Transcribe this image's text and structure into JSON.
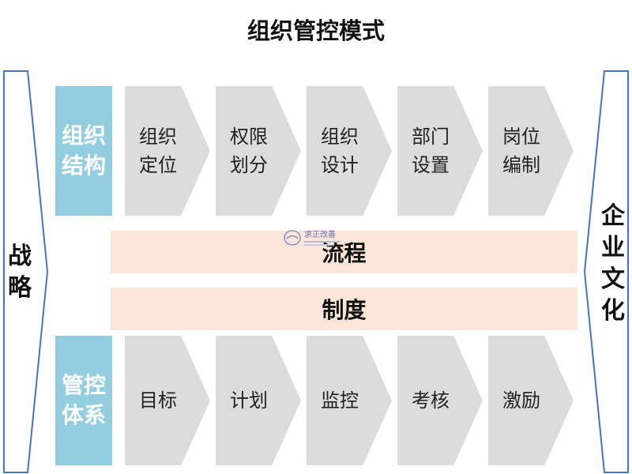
{
  "title": "组织管控模式",
  "left_side": {
    "chars": [
      "战",
      "略"
    ]
  },
  "right_side": {
    "chars": [
      "企",
      "业",
      "文",
      "化"
    ]
  },
  "structure_row": {
    "label": [
      "组织",
      "结构"
    ],
    "steps": [
      {
        "lines": [
          "组织",
          "定位"
        ]
      },
      {
        "lines": [
          "权限",
          "划分"
        ]
      },
      {
        "lines": [
          "组织",
          "设计"
        ]
      },
      {
        "lines": [
          "部门",
          "设置"
        ]
      },
      {
        "lines": [
          "岗位",
          "编制"
        ]
      }
    ]
  },
  "bars": {
    "process": "流程",
    "system": "制度"
  },
  "control_row": {
    "label": [
      "管控",
      "体系"
    ],
    "steps": [
      {
        "lines": [
          "目标"
        ]
      },
      {
        "lines": [
          "计划"
        ]
      },
      {
        "lines": [
          "监控"
        ]
      },
      {
        "lines": [
          "考核"
        ]
      },
      {
        "lines": [
          "激励"
        ]
      }
    ]
  },
  "watermark": {
    "text": "求正改善"
  },
  "colors": {
    "label_bg": "#92CEDF",
    "chevron_bg": "#DCDCDC",
    "bar_bg": "#FCE6D7",
    "side_stroke": "#4472C4"
  }
}
